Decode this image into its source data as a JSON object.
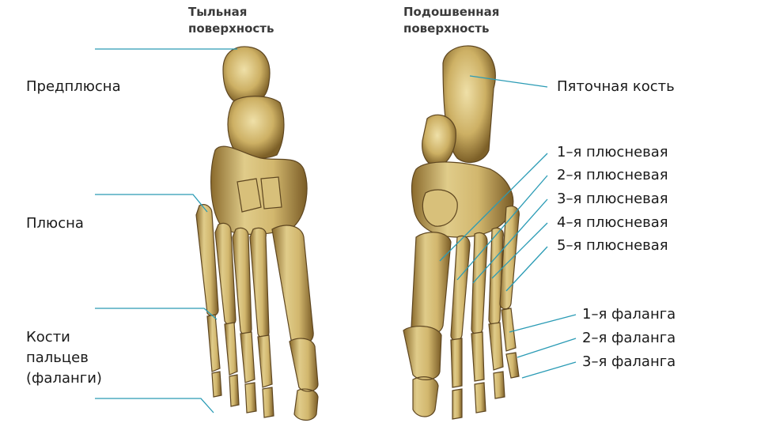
{
  "headers": {
    "dorsal": [
      "Тыльная",
      "поверхность"
    ],
    "plantar": [
      "Подошвенная",
      "поверхность"
    ]
  },
  "left_labels": {
    "tarsus": "Предплюсна",
    "metatarsus": "Плюсна",
    "phalanges": [
      "Кости",
      "пальцев",
      "(фаланги)"
    ]
  },
  "right_labels": {
    "calcaneus": "Пяточная кость",
    "metatarsals": [
      "1–я плюсневая",
      "2–я плюсневая",
      "3–я плюсневая",
      "4–я плюсневая",
      "5–я плюсневая"
    ],
    "phalanx_rows": [
      "1–я фаланга",
      "2–я фаланга",
      "3–я фаланга"
    ]
  },
  "colors": {
    "leader_line": "#2a9bb5",
    "bone_light": "#e2cf8e",
    "bone_mid": "#c2a45a",
    "bone_dark": "#6e5424"
  }
}
